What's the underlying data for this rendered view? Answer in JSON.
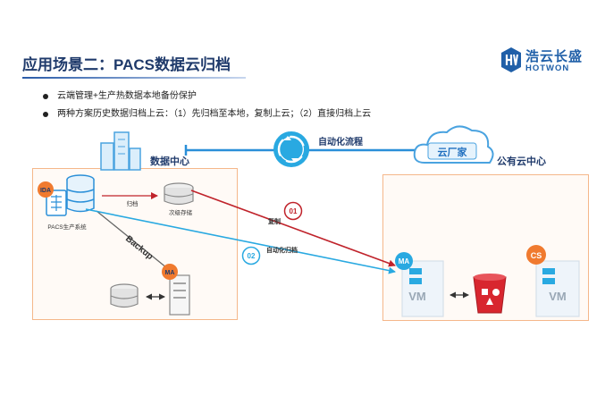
{
  "title": "应用场景二：PACS数据云归档",
  "logo": {
    "cn": "浩云长盛",
    "en": "HOTWON"
  },
  "bullets": [
    "云端管理+生产热数据本地备份保护",
    "两种方案历史数据归档上云：（1）先归档至本地，复制上云；（2）直接归档上云"
  ],
  "datacenter_label": "数据中心",
  "flow_label": "自动化流程",
  "cloud_vendor_label": "云厂家",
  "public_cloud_label": "公有云中心",
  "left": {
    "ida_badge": "IDA",
    "pacs_label": "PACS生产系统",
    "archive_label": "归档",
    "secondary_storage_label": "次级存储",
    "backup_label": "Backup",
    "ma_badge": "MA"
  },
  "paths": {
    "copy_num": "01",
    "copy_label": "复制",
    "direct_num": "02",
    "direct_label": "自动化归档"
  },
  "right": {
    "ma_badge": "MA",
    "cs_badge": "CS",
    "vm_label": "VM",
    "vm2_label": "VM"
  },
  "colors": {
    "title": "#1f3a6b",
    "accent_blue": "#2a8fd8",
    "copy_red": "#c0232b",
    "direct_cyan": "#29a9e1",
    "badge_orange": "#f07a2f",
    "box_border": "#f5b78a"
  }
}
